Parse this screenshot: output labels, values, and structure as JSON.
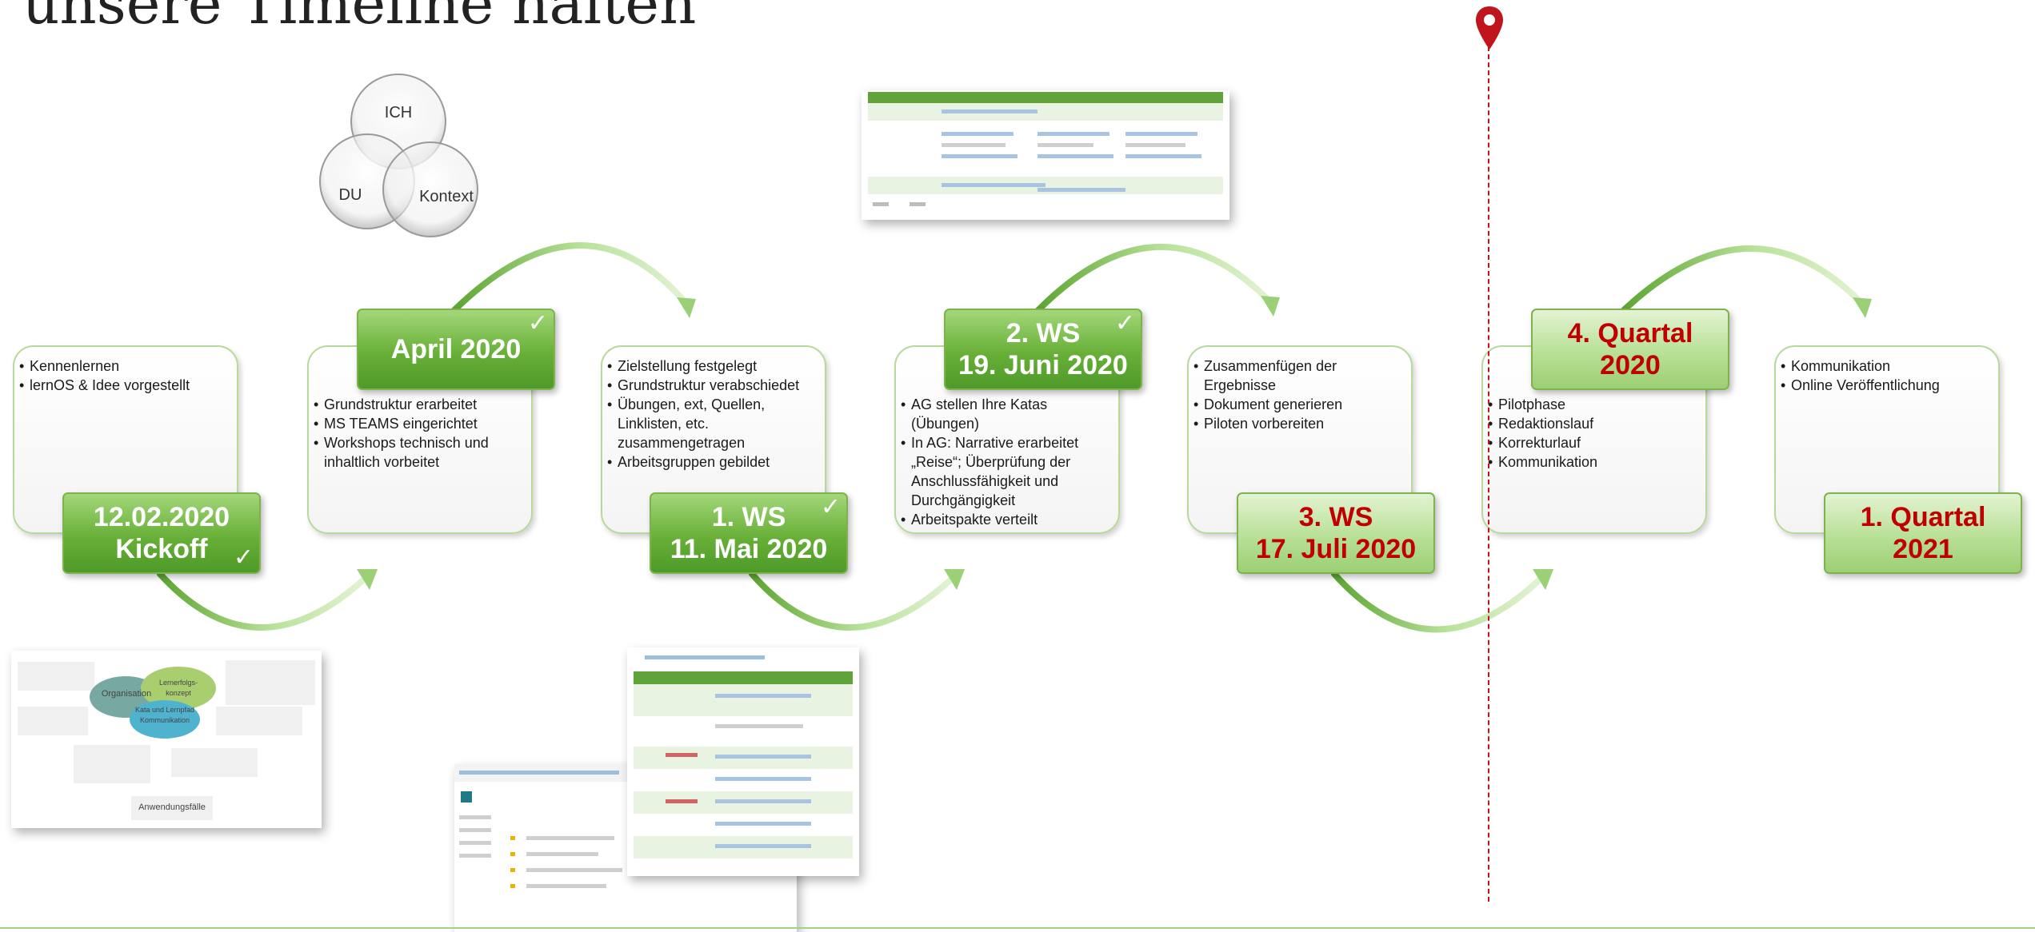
{
  "title": "unsere Timeline halten",
  "venn": {
    "circles": [
      "ICH",
      "DU",
      "Kontext"
    ]
  },
  "colors": {
    "done_green": "#68b038",
    "future_green": "#b8e096",
    "future_text": "#c00000",
    "marker": "#c0151d"
  },
  "milestones": [
    {
      "lines": [
        "12.02.2020",
        "Kickoff"
      ],
      "status": "done",
      "bullets": [
        "Kennenlernen",
        "lernOS & Idee vorgestellt"
      ]
    },
    {
      "lines": [
        "April 2020"
      ],
      "status": "done",
      "bullets": [
        "Grundstruktur erarbeitet",
        "MS TEAMS eingerichtet",
        "Workshops technisch und inhaltlich vorbeitet"
      ]
    },
    {
      "lines": [
        "1. WS",
        "11. Mai 2020"
      ],
      "status": "done",
      "bullets": [
        "Zielstellung festgelegt",
        "Grundstruktur verabschiedet",
        "Übungen, ext, Quellen, Linklisten, etc. zusammengetragen",
        "Arbeitsgruppen gebildet"
      ]
    },
    {
      "lines": [
        "2. WS",
        "19. Juni 2020"
      ],
      "status": "done",
      "bullets": [
        "AG stellen Ihre Katas (Übungen)",
        "In AG: Narrative erarbeitet „Reise“; Überprüfung der Anschlussfähigkeit und Durchgängigkeit",
        "Arbeitspakte verteilt"
      ]
    },
    {
      "lines": [
        "3. WS",
        "17. Juli 2020"
      ],
      "status": "future",
      "bullets": [
        "Zusammenfügen der Ergebnisse",
        "Dokument generieren",
        "Piloten vorbereiten"
      ]
    },
    {
      "lines": [
        "4. Quartal",
        "2020"
      ],
      "status": "future",
      "bullets": [
        "Pilotphase",
        "Redaktionslauf",
        "Korrekturlauf",
        "Kommunikation"
      ]
    },
    {
      "lines": [
        "1. Quartal",
        "2021"
      ],
      "status": "future",
      "bullets": [
        "Kommunikation",
        "Online Veröffentlichung"
      ]
    }
  ],
  "thumb_topics": {
    "labels": [
      "Organisation",
      "Lernerfolgs-konzept",
      "Kata und Lernpfad Kommunikation",
      "Anwendungsfälle"
    ]
  }
}
